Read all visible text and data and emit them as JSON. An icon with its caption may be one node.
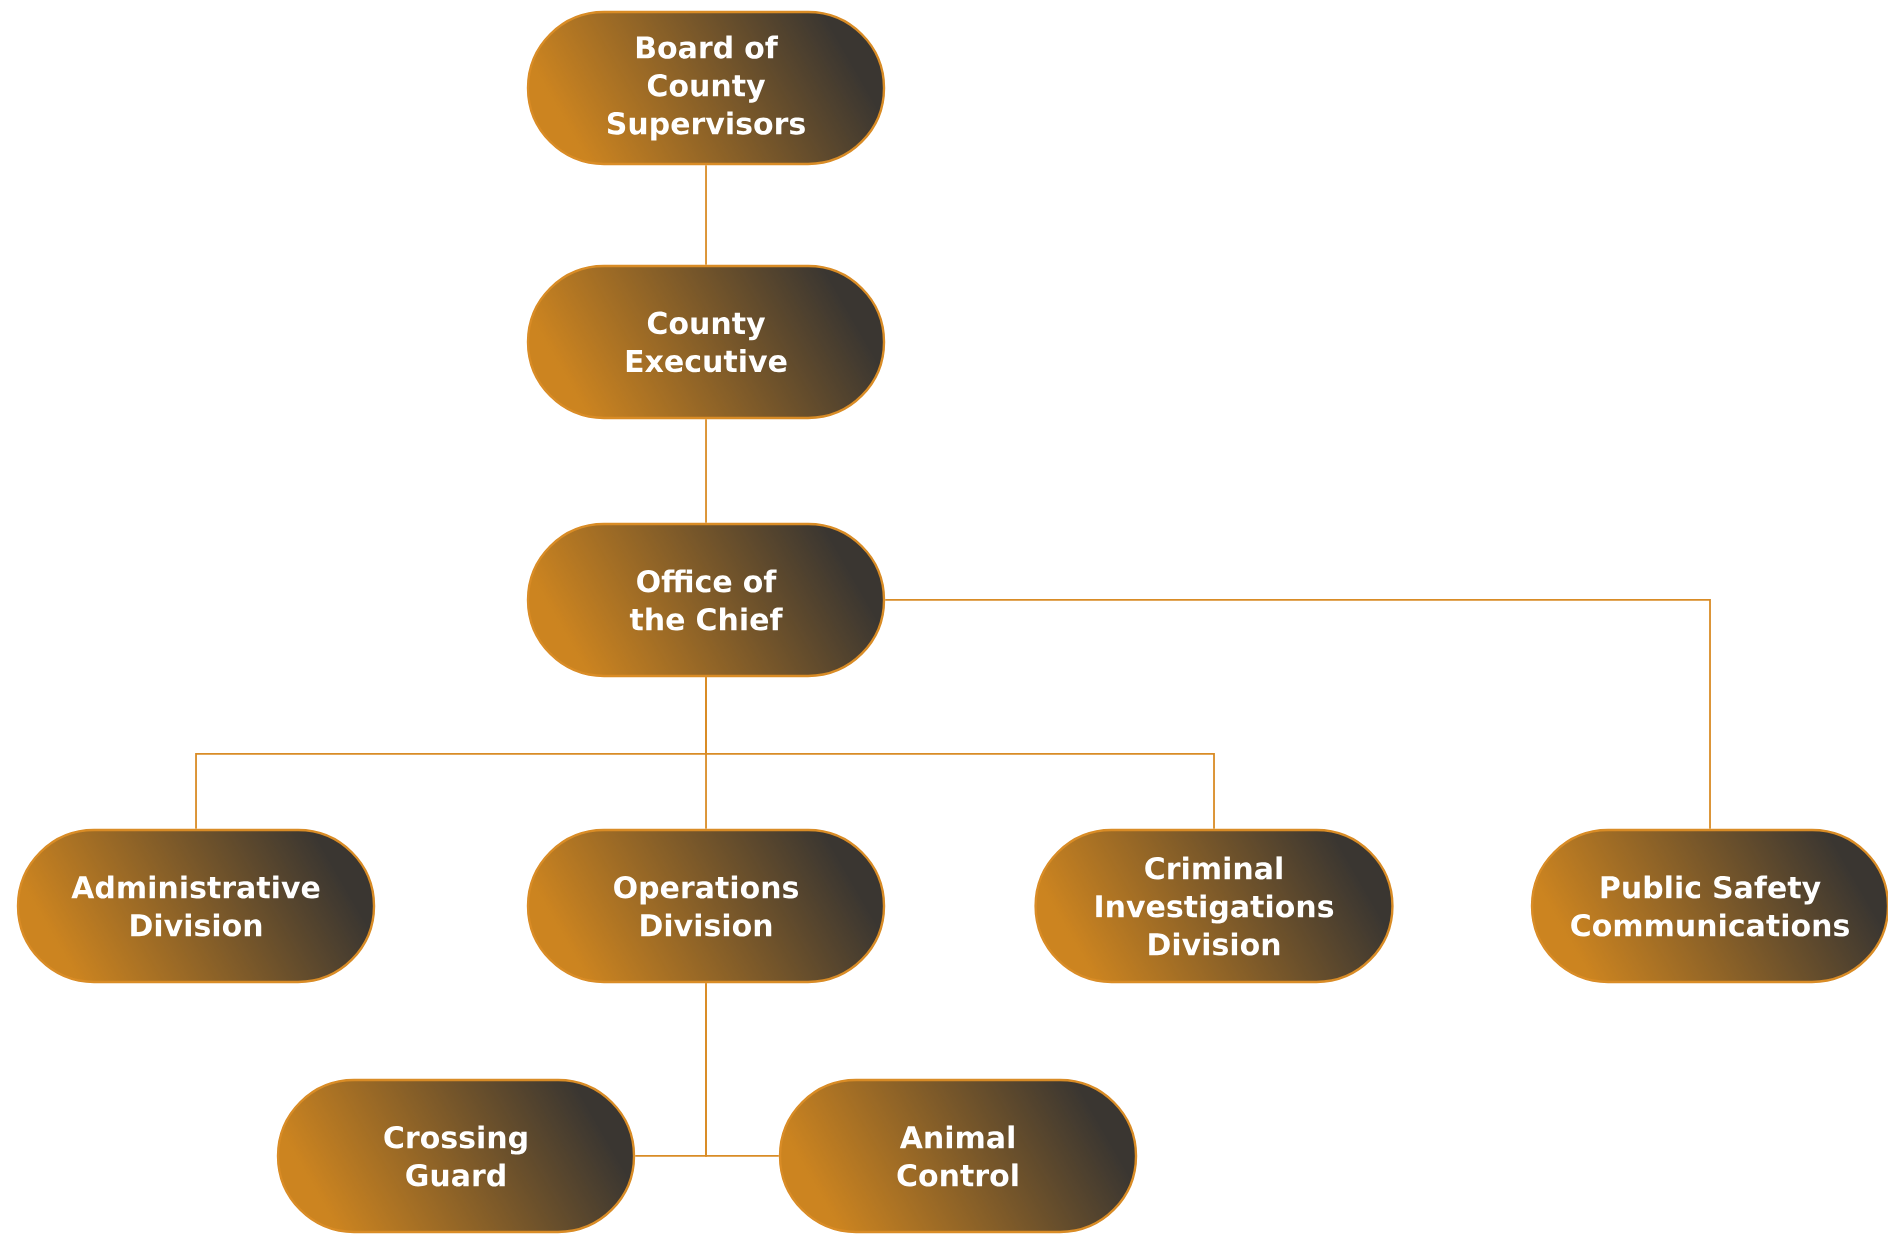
{
  "diagram": {
    "nodes": [
      {
        "text": [
          "Board of County Supervisors"
        ]
      },
      {
        "text": [
          "County Executive"
        ]
      },
      {
        "text": [
          "Office of the Chief"
        ]
      },
      {
        "text": [
          "Administrative Division"
        ]
      },
      {
        "text": [
          "Operations Division"
        ]
      },
      {
        "text": [
          "Criminal Investigations Division"
        ]
      },
      {
        "text": [
          "Public Safety Communications"
        ]
      },
      {
        "text": [
          "Crossing Guard"
        ]
      },
      {
        "text": [
          "Animal Control"
        ]
      }
    ],
    "edges": [
      {
        "from": 0,
        "to": 1,
        "arrow": "none"
      },
      {
        "from": 1,
        "to": 2,
        "arrow": "none"
      },
      {
        "from": 2,
        "to": 3,
        "arrow": "none"
      },
      {
        "from": 2,
        "to": 4,
        "arrow": "none"
      },
      {
        "from": 2,
        "to": 5,
        "arrow": "none"
      },
      {
        "from": 2,
        "to": 6,
        "arrow": "none"
      },
      {
        "from": 4,
        "to": 7,
        "arrow": "none"
      },
      {
        "from": 4,
        "to": 8,
        "arrow": "none"
      }
    ]
  }
}
